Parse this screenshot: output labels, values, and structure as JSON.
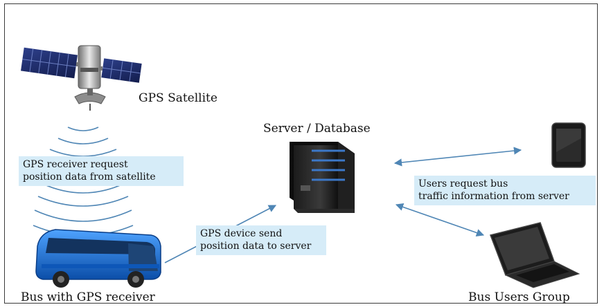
{
  "labels": {
    "satellite": "GPS Satellite",
    "server": "Server / Database",
    "bus": "Bus with GPS receiver",
    "users": "Bus Users Group"
  },
  "notes": {
    "receiver_request": [
      "GPS receiver request",
      "position data from satellite"
    ],
    "device_send": [
      "GPS device send",
      "position data to server"
    ],
    "users_request": [
      "Users request bus",
      "traffic information from server"
    ]
  },
  "icons": {
    "satellite": "satellite-icon",
    "server": "server-tower-icon",
    "phone": "smartphone-icon",
    "laptop": "laptop-icon",
    "bus": "bus-icon",
    "signal": "signal-waves-icon"
  },
  "colors": {
    "note_bg": "#d6ecf8",
    "arrow": "#4f86b5",
    "bus_blue": "#1a6fd1"
  }
}
